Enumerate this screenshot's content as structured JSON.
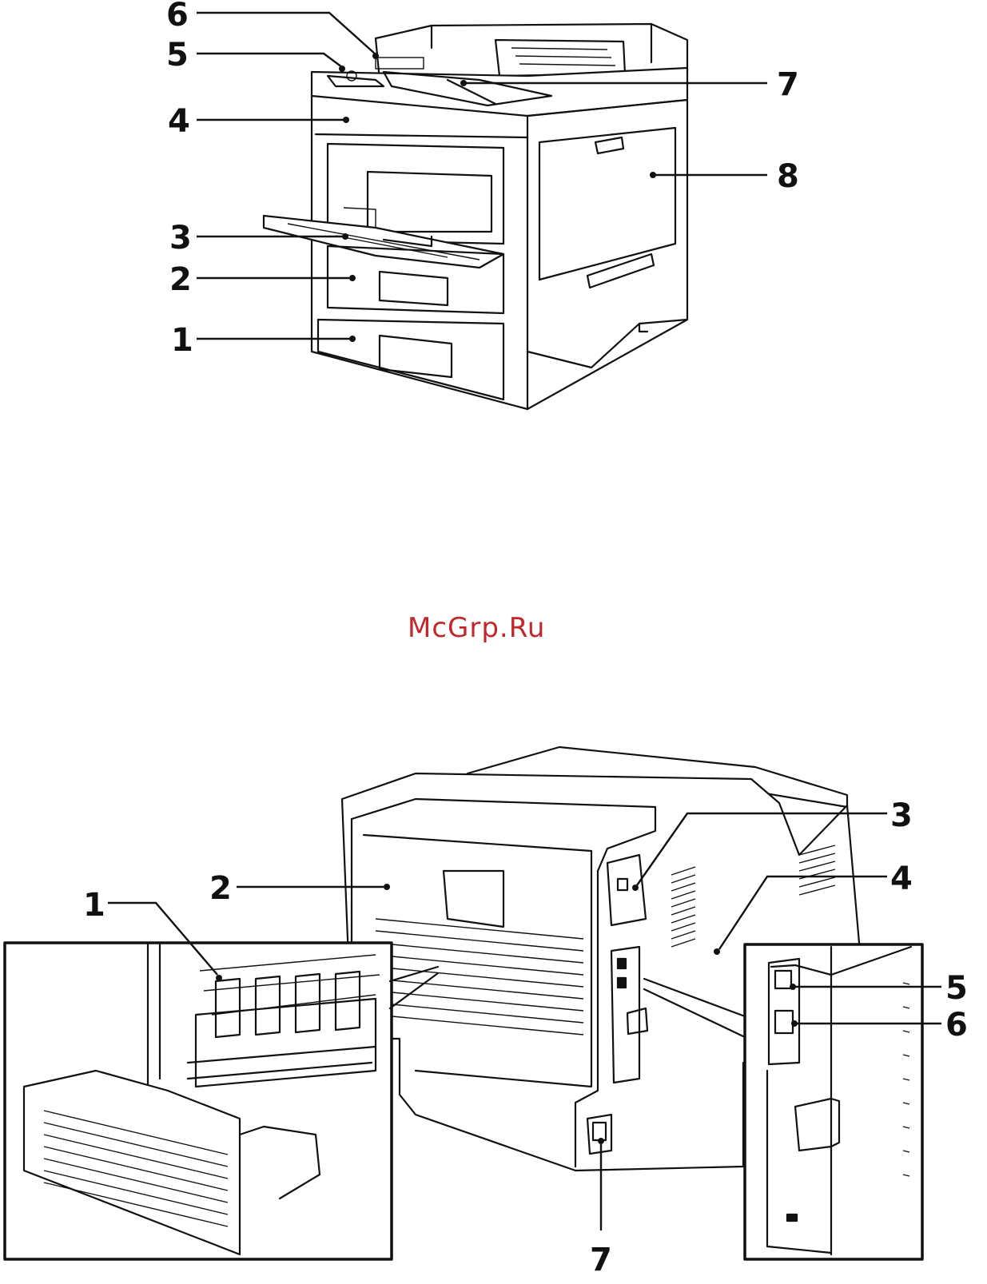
{
  "front_view": {
    "callouts": [
      "6",
      "5",
      "4",
      "3",
      "2",
      "1",
      "7",
      "8"
    ]
  },
  "rear_view": {
    "callouts": [
      "1",
      "2",
      "3",
      "4",
      "5",
      "6",
      "7"
    ]
  },
  "watermark": {
    "text": "McGrp.Ru",
    "color": "#c0282a"
  }
}
